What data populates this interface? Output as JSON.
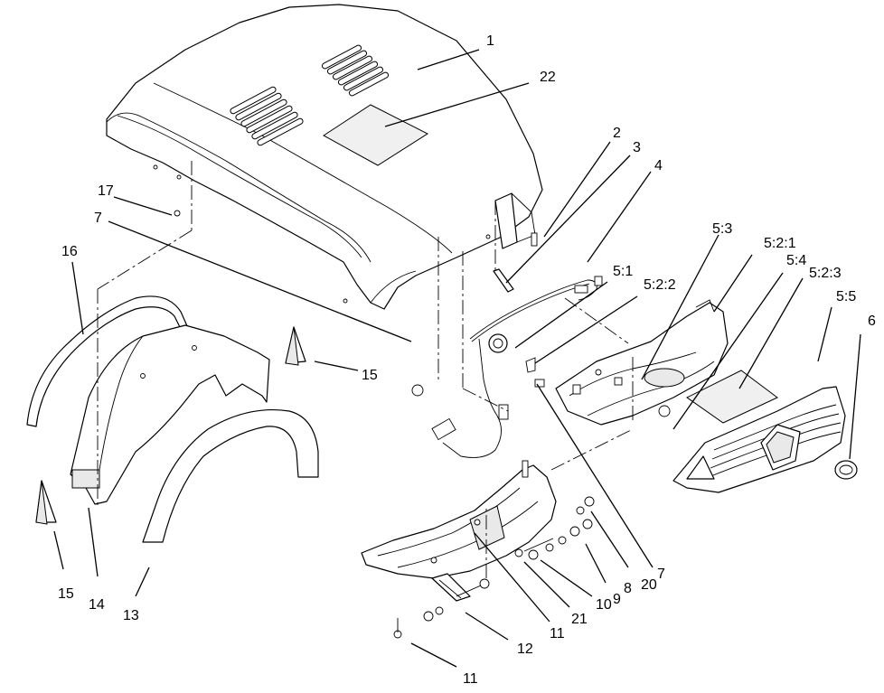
{
  "callouts": [
    {
      "id": "c1",
      "text": "1"
    },
    {
      "id": "c22",
      "text": "22"
    },
    {
      "id": "c2",
      "text": "2"
    },
    {
      "id": "c3",
      "text": "3"
    },
    {
      "id": "c4",
      "text": "4"
    },
    {
      "id": "c17",
      "text": "17"
    },
    {
      "id": "c7a",
      "text": "7"
    },
    {
      "id": "c16",
      "text": "16"
    },
    {
      "id": "c53",
      "text": "5:3"
    },
    {
      "id": "c521",
      "text": "5:2:1"
    },
    {
      "id": "c51",
      "text": "5:1"
    },
    {
      "id": "c54",
      "text": "5:4"
    },
    {
      "id": "c522",
      "text": "5:2:2"
    },
    {
      "id": "c523",
      "text": "5:2:3"
    },
    {
      "id": "c55",
      "text": "5:5"
    },
    {
      "id": "c6",
      "text": "6"
    },
    {
      "id": "c15a",
      "text": "15"
    },
    {
      "id": "c15b",
      "text": "15"
    },
    {
      "id": "c14",
      "text": "14"
    },
    {
      "id": "c13",
      "text": "13"
    },
    {
      "id": "c20",
      "text": "20"
    },
    {
      "id": "c7b",
      "text": "7"
    },
    {
      "id": "c8",
      "text": "8"
    },
    {
      "id": "c9",
      "text": "9"
    },
    {
      "id": "c10",
      "text": "10"
    },
    {
      "id": "c21",
      "text": "21"
    },
    {
      "id": "c11a",
      "text": "11"
    },
    {
      "id": "c12",
      "text": "12"
    },
    {
      "id": "c11b",
      "text": "11"
    }
  ]
}
